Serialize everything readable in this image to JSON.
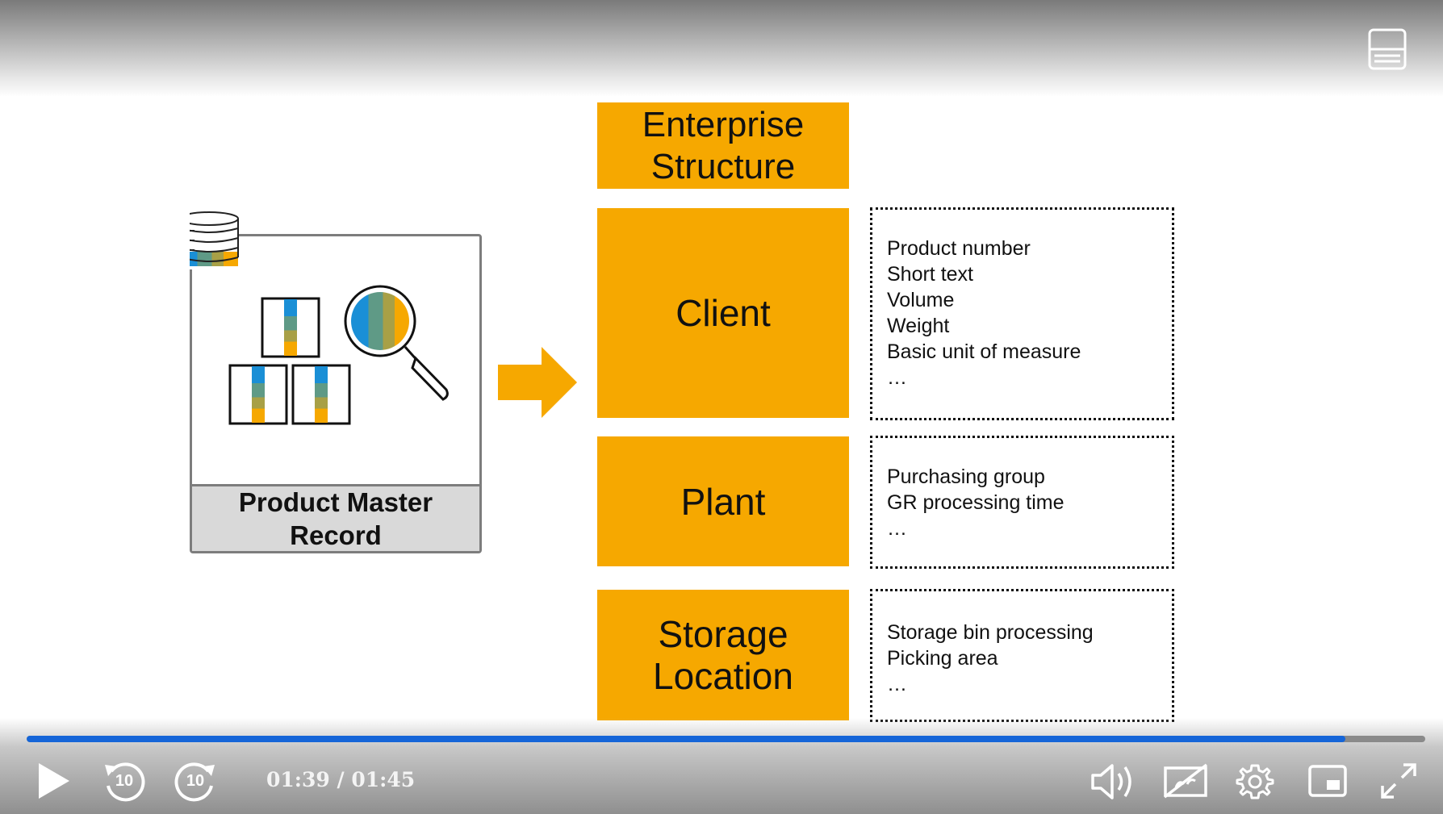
{
  "slide": {
    "enterprise_structure": "Enterprise Structure",
    "levels": [
      {
        "label": "Client",
        "attributes": [
          "Product number",
          "Short text",
          "Volume",
          "Weight",
          "Basic unit of measure",
          "…"
        ]
      },
      {
        "label": "Plant",
        "attributes": [
          "Purchasing group",
          "GR processing time",
          "…"
        ]
      },
      {
        "label": "Storage Location",
        "attributes": [
          "Storage bin processing",
          "Picking area",
          "…"
        ]
      }
    ],
    "product_master_record": "Product Master Record",
    "colors": {
      "accent_orange": "#f6a800",
      "illustration_blue": "#1a8fd6",
      "illustration_teal": "#5f9a86",
      "illustration_olive": "#a8a046"
    }
  },
  "player": {
    "time_display": "01:39 / 01:45",
    "current_time": "01:39",
    "duration": "01:45",
    "progress_fraction": 0.943,
    "rewind_seconds": "10",
    "forward_seconds": "10",
    "progress_color": "#1565d8",
    "icons": [
      "transcript-icon",
      "play-icon",
      "rewind-10-icon",
      "forward-10-icon",
      "volume-icon",
      "captions-off-icon",
      "settings-icon",
      "picture-in-picture-icon",
      "fullscreen-icon"
    ]
  }
}
